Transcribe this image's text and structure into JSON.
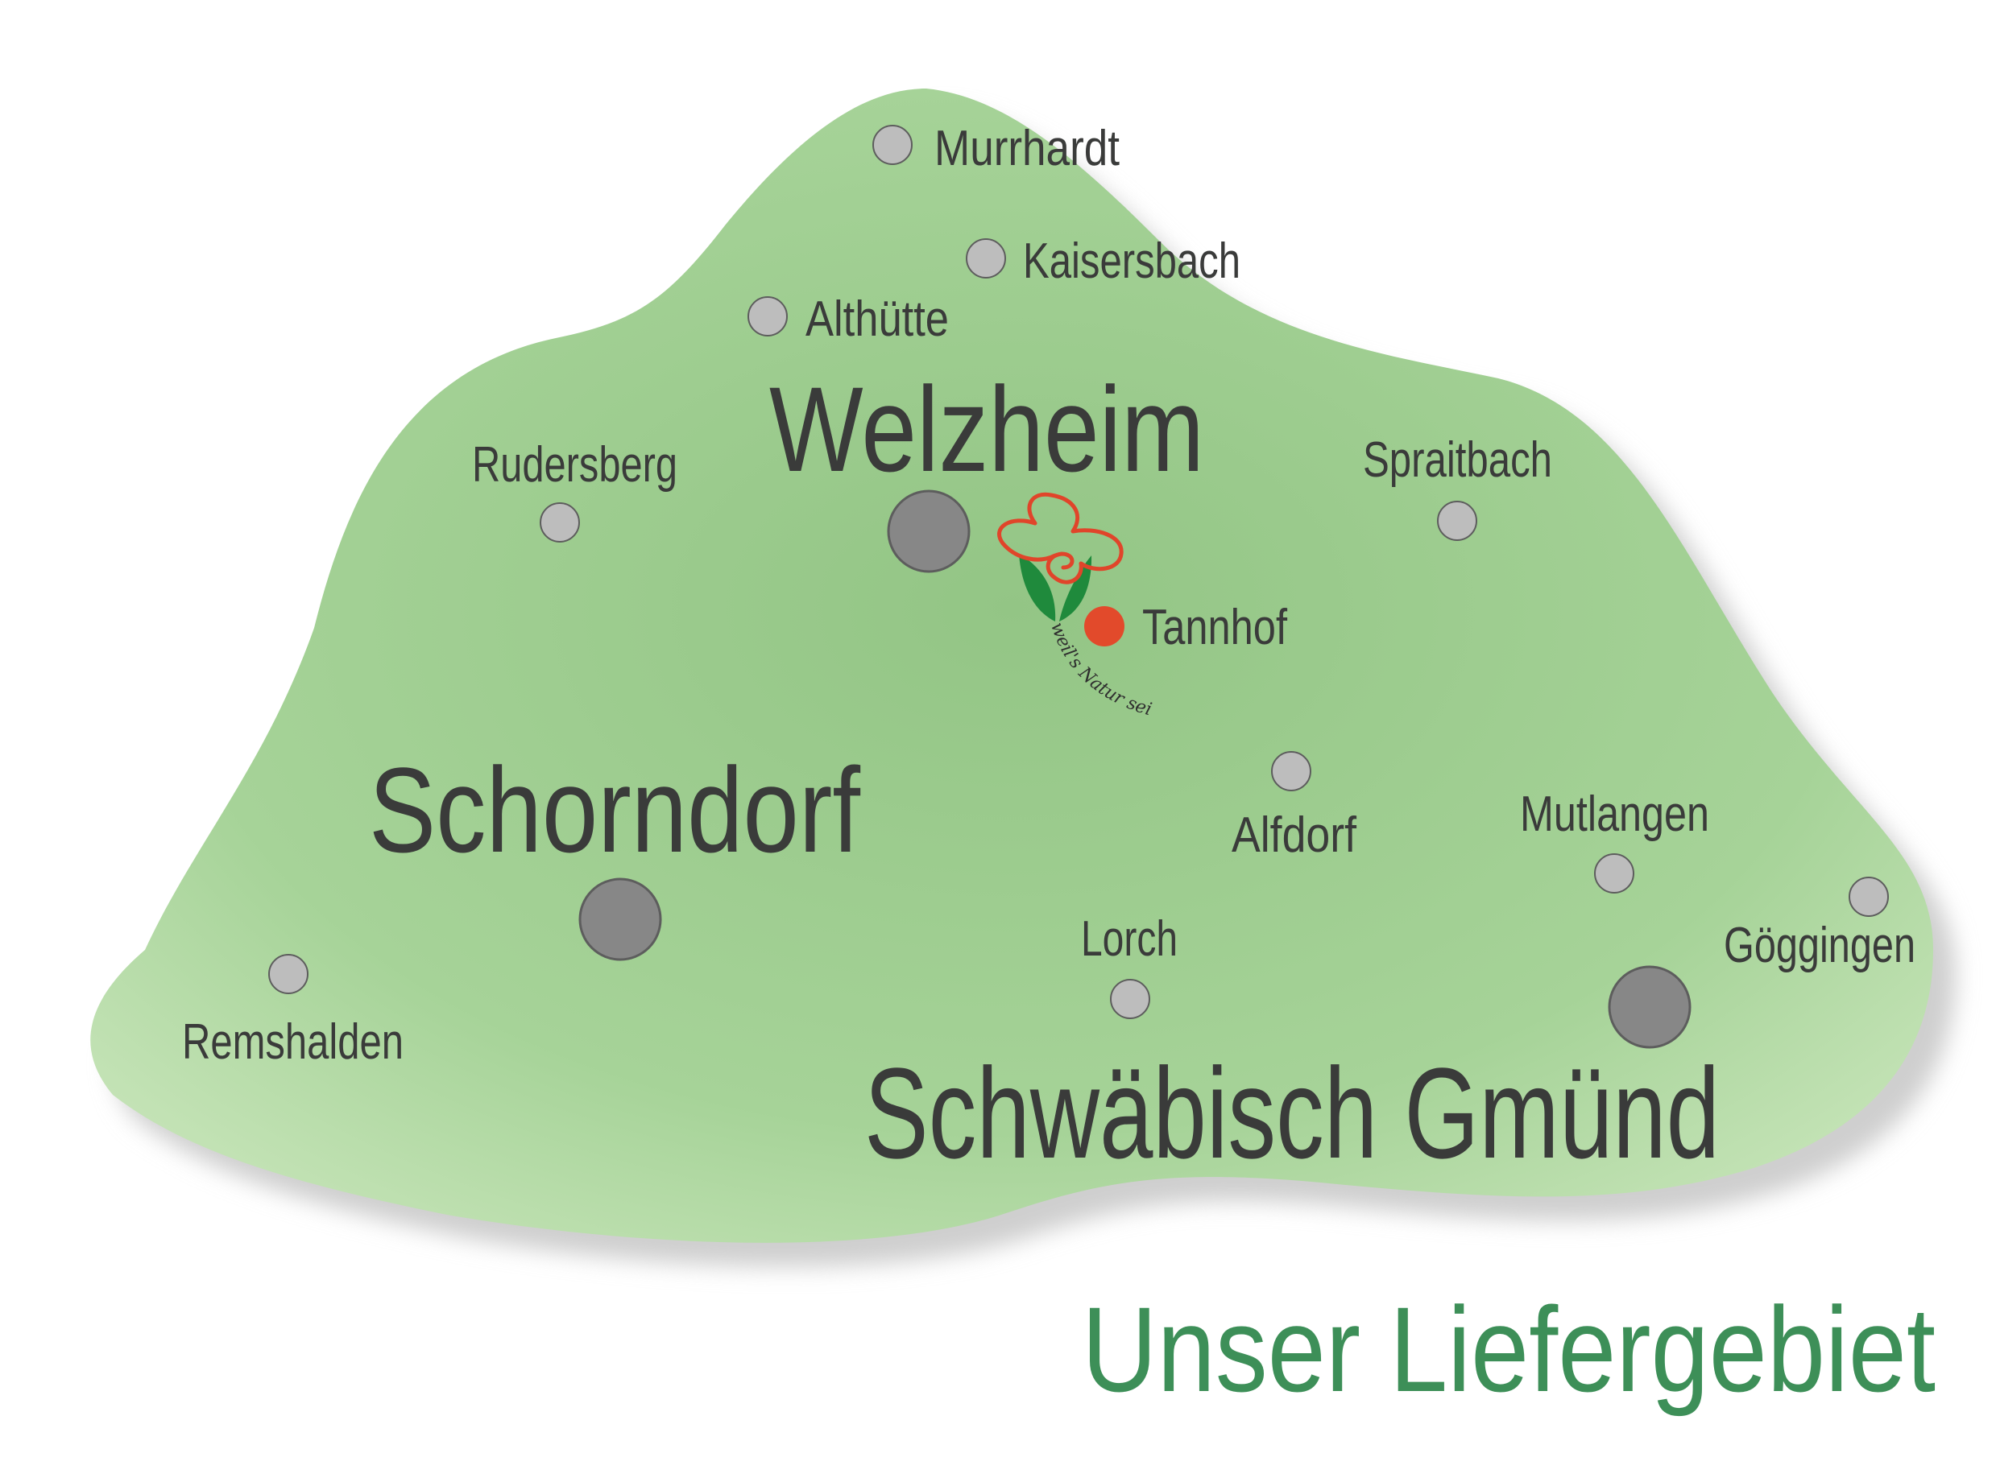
{
  "map": {
    "title": "Unser Liefergebiet",
    "title_color": "#3d8f58",
    "region_color": "#a4d195",
    "region_shadow_color": "#cfcfcf",
    "home": {
      "name": "Tannhof",
      "marker_color": "#e24a2b",
      "logo_slogan": "weil's Natur sein soll",
      "logo_flower_color": "#e0452a",
      "logo_leaf_color": "#1f8a3c",
      "logo_icon": "flower-logo-icon"
    },
    "large_towns": [
      {
        "name": "Welzheim"
      },
      {
        "name": "Schorndorf"
      },
      {
        "name": "Schwäbisch Gmünd"
      }
    ],
    "small_towns": [
      {
        "name": "Murrhardt"
      },
      {
        "name": "Kaisersbach"
      },
      {
        "name": "Althütte"
      },
      {
        "name": "Rudersberg"
      },
      {
        "name": "Spraitbach"
      },
      {
        "name": "Alfdorf"
      },
      {
        "name": "Mutlangen"
      },
      {
        "name": "Göggingen"
      },
      {
        "name": "Lorch"
      },
      {
        "name": "Remshalden"
      }
    ],
    "marker_colors": {
      "large": "#878787",
      "small": "#bdbdbd",
      "stroke": "#5d5d5d"
    }
  }
}
